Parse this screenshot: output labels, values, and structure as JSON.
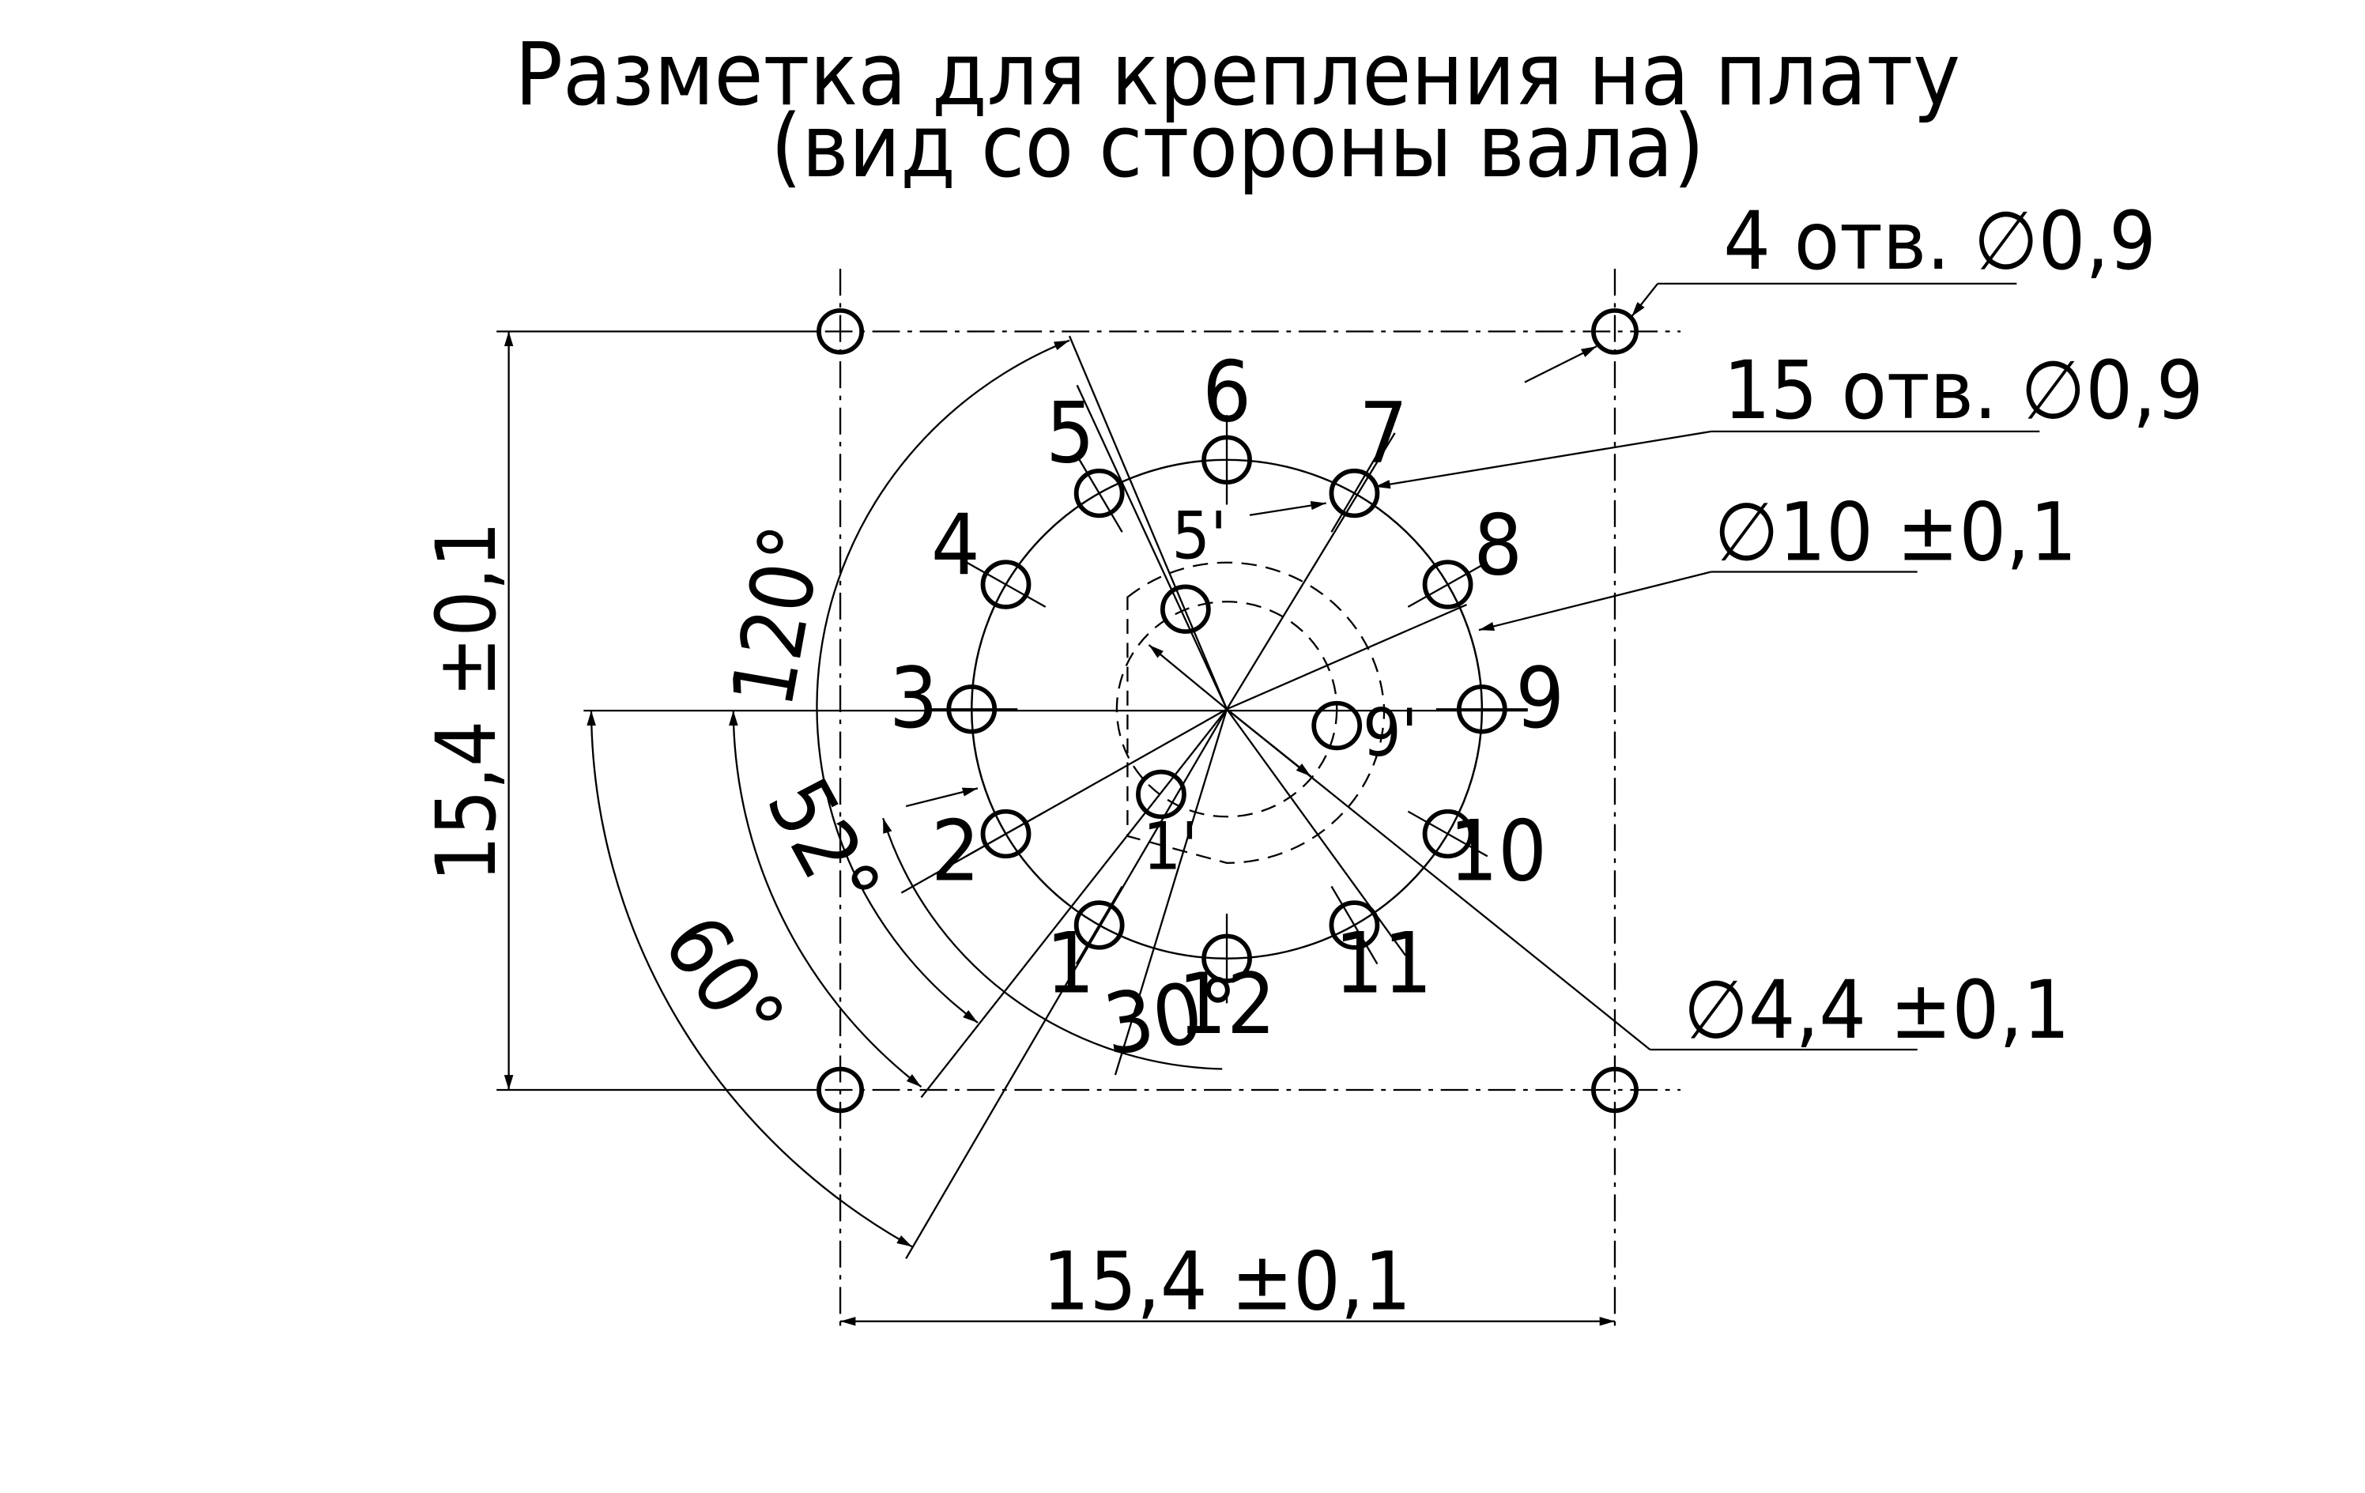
{
  "title": {
    "line1": "Разметка для крепления на плату",
    "line2": "(вид со стороны вала)"
  },
  "callouts": {
    "mount_holes": "4 отв. ∅0,9",
    "circle_holes": "15 отв. ∅0,9",
    "outer_circle": "∅10 ±0,1",
    "inner_circle": "∅4,4 ±0,1"
  },
  "dimensions": {
    "horizontal": "15,4 ±0,1",
    "vertical": "15,4 ±0,1"
  },
  "angles": {
    "a120": "120°",
    "a52": "52°",
    "a60": "60°",
    "a30": "30°"
  },
  "outer_holes": [
    "1",
    "2",
    "3",
    "4",
    "5",
    "6",
    "7",
    "8",
    "9",
    "10",
    "11",
    "12"
  ],
  "inner_holes": [
    "1'",
    "5'",
    "9'"
  ],
  "colors": {
    "line": "#000000",
    "background": "#ffffff"
  }
}
